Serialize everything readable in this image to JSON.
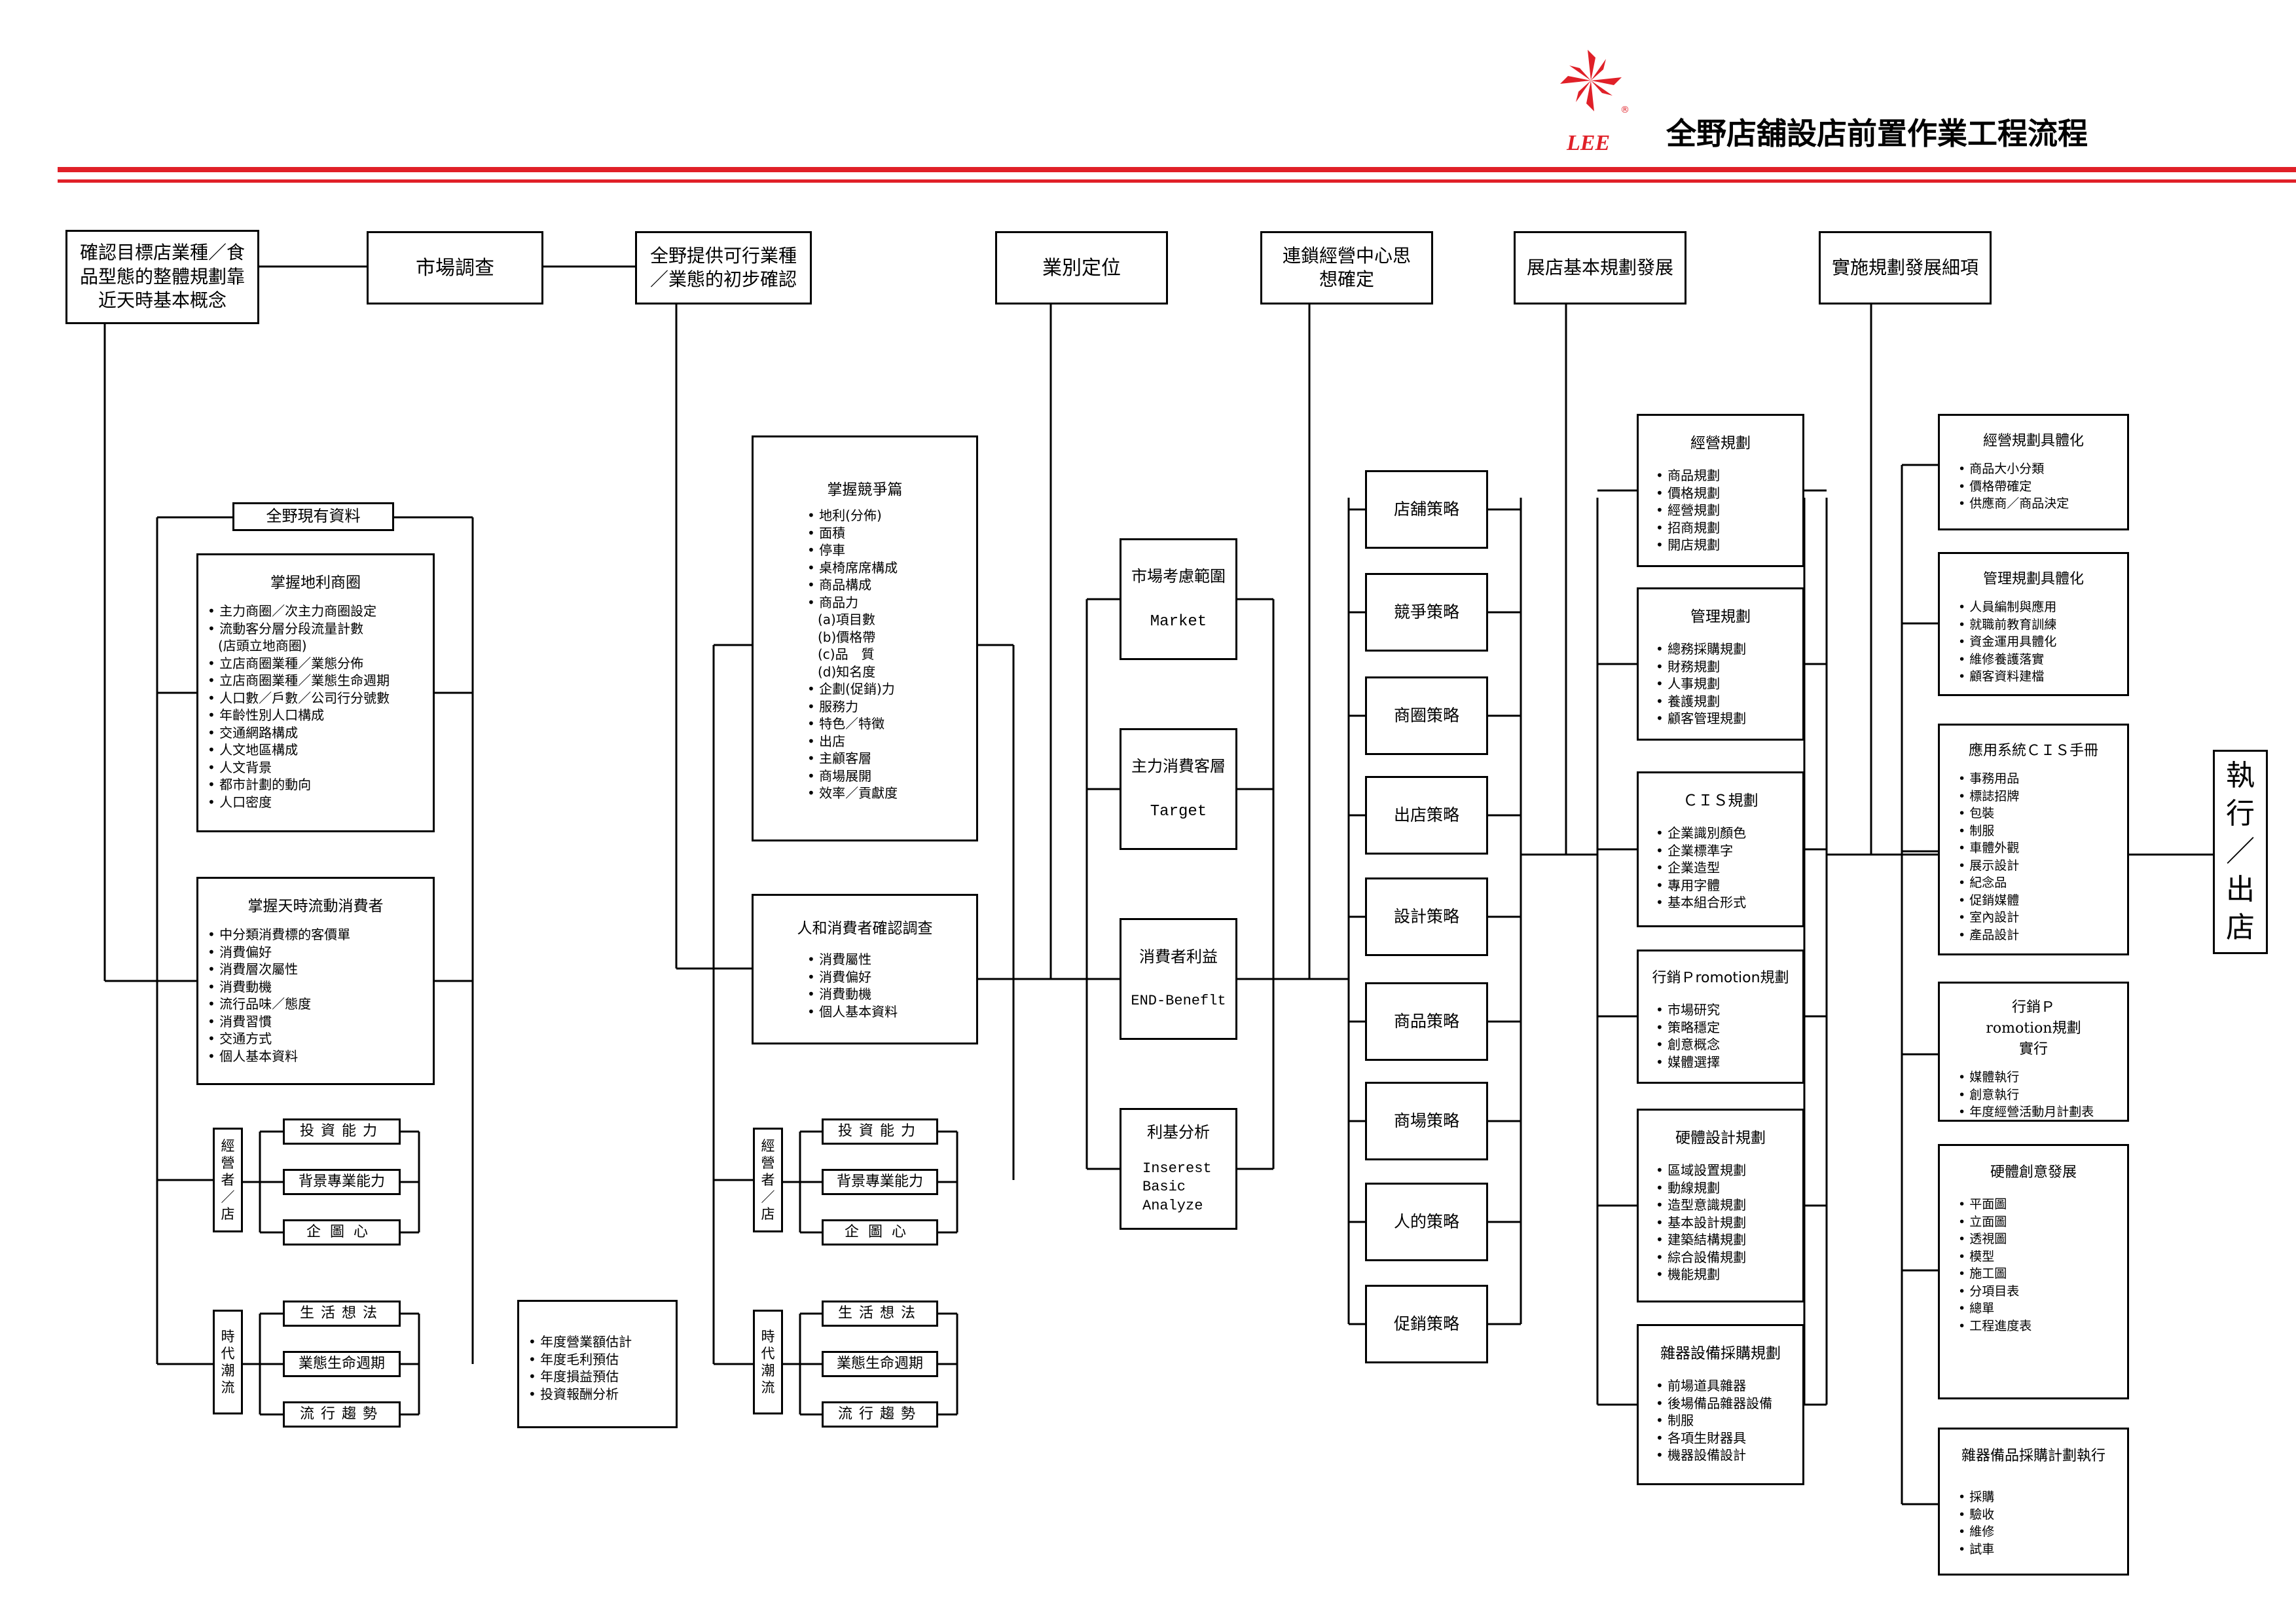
{
  "header": {
    "title": "全野店舖設店前置作業工程流程",
    "logo_text": "LEE",
    "logo_mark": "®",
    "accent_color": "#e02028"
  },
  "top_row": [
    "確認目標店業種／食品型態的整體規劃靠近天時基本概念",
    "市場調查",
    "全野提供可行業種／業態的初步確認",
    "業別定位",
    "連鎖經營中心思想確定",
    "展店基本規劃發展",
    "實施規劃發展細項"
  ],
  "col1": {
    "existing_data": "全野現有資料",
    "geo": {
      "title": "掌握地利商圈",
      "items": [
        "主力商圈／次主力商圈設定",
        "流動客分層分段流量計數",
        "(店頭立地商圈)",
        "立店商圈業種／業態分佈",
        "立店商圈業種／業態生命週期",
        "人口數／戶數／公司行分號數",
        "年齡性別人口構成",
        "交通網路構成",
        "人文地區構成",
        "人文背景",
        "都市計劃的動向",
        "人口密度"
      ]
    },
    "consumer": {
      "title": "掌握天時流動消費者",
      "items": [
        "中分類消費標的客價單",
        "消費偏好",
        "消費層次屬性",
        "消費動機",
        "流行品味／態度",
        "消費習慣",
        "交通方式",
        "個人基本資料"
      ]
    },
    "operator": {
      "label": "經營者／店",
      "items": [
        "投資能力",
        "背景專業能力",
        "企圖心"
      ]
    },
    "trend": {
      "label": "時代潮流",
      "items": [
        "生活想法",
        "業態生命週期",
        "流行趨勢"
      ]
    }
  },
  "finance": {
    "items": [
      "年度營業額估計",
      "年度毛利預估",
      "年度損益預估",
      "投資報酬分析"
    ]
  },
  "col3": {
    "competition": {
      "title": "掌握競爭篇",
      "items": [
        "地利(分佈)",
        "面積",
        "停車",
        "桌椅席席構成",
        "商品構成",
        "商品力",
        "(a)項目數",
        "(b)價格帶",
        "(c)品　質",
        "(d)知名度",
        "企劃(促銷)力",
        "服務力",
        "特色／特徵",
        "出店",
        "主顧客層",
        "商場展開",
        "效率／貢獻度"
      ]
    },
    "people": {
      "title": "人和消費者確認調查",
      "items": [
        "消費屬性",
        "消費偏好",
        "消費動機",
        "個人基本資料"
      ]
    },
    "operator": {
      "label": "經營者／店",
      "items": [
        "投資能力",
        "背景專業能力",
        "企圖心"
      ]
    },
    "trend": {
      "label": "時代潮流",
      "items": [
        "生活想法",
        "業態生命週期",
        "流行趨勢"
      ]
    }
  },
  "positioning": [
    {
      "title": "市場考慮範圍",
      "sub": "Market"
    },
    {
      "title": "主力消費客層",
      "sub": "Target"
    },
    {
      "title": "消費者利益",
      "sub": "END-Beneflt"
    },
    {
      "title": "利基分析",
      "sub": "Inserest Basic Analyze"
    }
  ],
  "strategies": [
    "店舖策略",
    "競爭策略",
    "商圈策略",
    "出店策略",
    "設計策略",
    "商品策略",
    "商場策略",
    "人的策略",
    "促銷策略"
  ],
  "plans": [
    {
      "title": "經營規劃",
      "items": [
        "商品規劃",
        "價格規劃",
        "經營規劃",
        "招商規劃",
        "開店規劃"
      ]
    },
    {
      "title": "管理規劃",
      "items": [
        "總務採購規劃",
        "財務規劃",
        "人事規劃",
        "養護規劃",
        "顧客管理規劃"
      ]
    },
    {
      "title": "ＣＩＳ規劃",
      "items": [
        "企業識別顏色",
        "企業標準字",
        "企業造型",
        "專用字體",
        "基本組合形式"
      ]
    },
    {
      "title": "行銷Ｐromotion規劃",
      "items": [
        "市場研究",
        "策略穩定",
        "創意概念",
        "媒體選擇"
      ]
    },
    {
      "title": "硬體設計規劃",
      "items": [
        "區域設置規劃",
        "動線規劃",
        "造型意識規劃",
        "基本設計規劃",
        "建築結構規劃",
        "綜合設備規劃",
        "機能規劃"
      ]
    },
    {
      "title": "雜器設備採購規劃",
      "items": [
        "前場道具雜器",
        "後場備品雜器設備",
        "制服",
        "各項生財器具",
        "機器設備設計"
      ]
    }
  ],
  "details": [
    {
      "title": "經營規劃具體化",
      "items": [
        "商品大小分類",
        "價格帶確定",
        "供應商／商品決定"
      ]
    },
    {
      "title": "管理規劃具體化",
      "items": [
        "人員編制與應用",
        "就職前教育訓練",
        "資金運用具體化",
        "維修養護落實",
        "顧客資料建檔"
      ]
    },
    {
      "title": "應用系統ＣＩＳ手冊",
      "items": [
        "事務用品",
        "標誌招牌",
        "包裝",
        "制服",
        "車體外觀",
        "展示設計",
        "紀念品",
        "促銷媒體",
        "室內設計",
        "產品設計"
      ]
    },
    {
      "title": "行銷Ｐromotion規劃實行",
      "items": [
        "媒體執行",
        "創意執行",
        "年度經營活動月計劃表"
      ]
    },
    {
      "title": "硬體創意發展",
      "items": [
        "平面圖",
        "立面圖",
        "透視圖",
        "模型",
        "施工圖",
        "分項目表",
        "總單",
        "工程進度表"
      ]
    },
    {
      "title": "雜器備品採購計劃執行",
      "items": [
        "採購",
        "驗收",
        "維修",
        "試車"
      ]
    }
  ],
  "execute": "執行／出店"
}
